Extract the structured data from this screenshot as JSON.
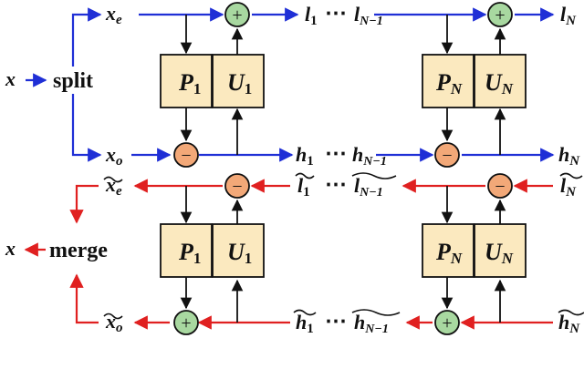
{
  "diagram": {
    "top": {
      "input": "x",
      "split_label": "split",
      "even": "x",
      "even_sub": "e",
      "odd": "x",
      "odd_sub": "o",
      "predict_1": "P",
      "predict_1_sub": "1",
      "update_1": "U",
      "update_1_sub": "1",
      "predict_n": "P",
      "predict_n_sub": "N",
      "update_n": "U",
      "update_n_sub": "N",
      "l_1": "l",
      "l_1_sub": "1",
      "l_n1": "l",
      "l_n1_sub": "N−1",
      "l_n": "l",
      "l_n_sub": "N",
      "h_1": "h",
      "h_1_sub": "1",
      "h_n1": "h",
      "h_n1_sub": "N−1",
      "h_n": "h",
      "h_n_sub": "N",
      "dots": "⋯",
      "plus": "+",
      "minus": "−"
    },
    "bottom": {
      "output": "x",
      "merge_label": "merge",
      "even": "x",
      "even_sub": "e",
      "odd": "x",
      "odd_sub": "o",
      "predict_1": "P",
      "predict_1_sub": "1",
      "update_1": "U",
      "update_1_sub": "1",
      "predict_n": "P",
      "predict_n_sub": "N",
      "update_n": "U",
      "update_n_sub": "N",
      "l_1": "l",
      "l_1_sub": "1",
      "l_n1": "l",
      "l_n1_sub": "N−1",
      "l_n": "l",
      "l_n_sub": "N",
      "h_1": "h",
      "h_1_sub": "1",
      "h_n1": "h",
      "h_n1_sub": "N−1",
      "h_n": "h",
      "h_n_sub": "N",
      "dots": "⋯",
      "plus": "+",
      "minus": "−"
    },
    "colors": {
      "forward": "#1f2fd6",
      "inverse": "#e02020",
      "block_fill": "#fbe9bf",
      "block_stroke": "#111111",
      "plus_fill": "#a8d8a0",
      "minus_fill": "#f2a878",
      "line": "#111111"
    }
  }
}
